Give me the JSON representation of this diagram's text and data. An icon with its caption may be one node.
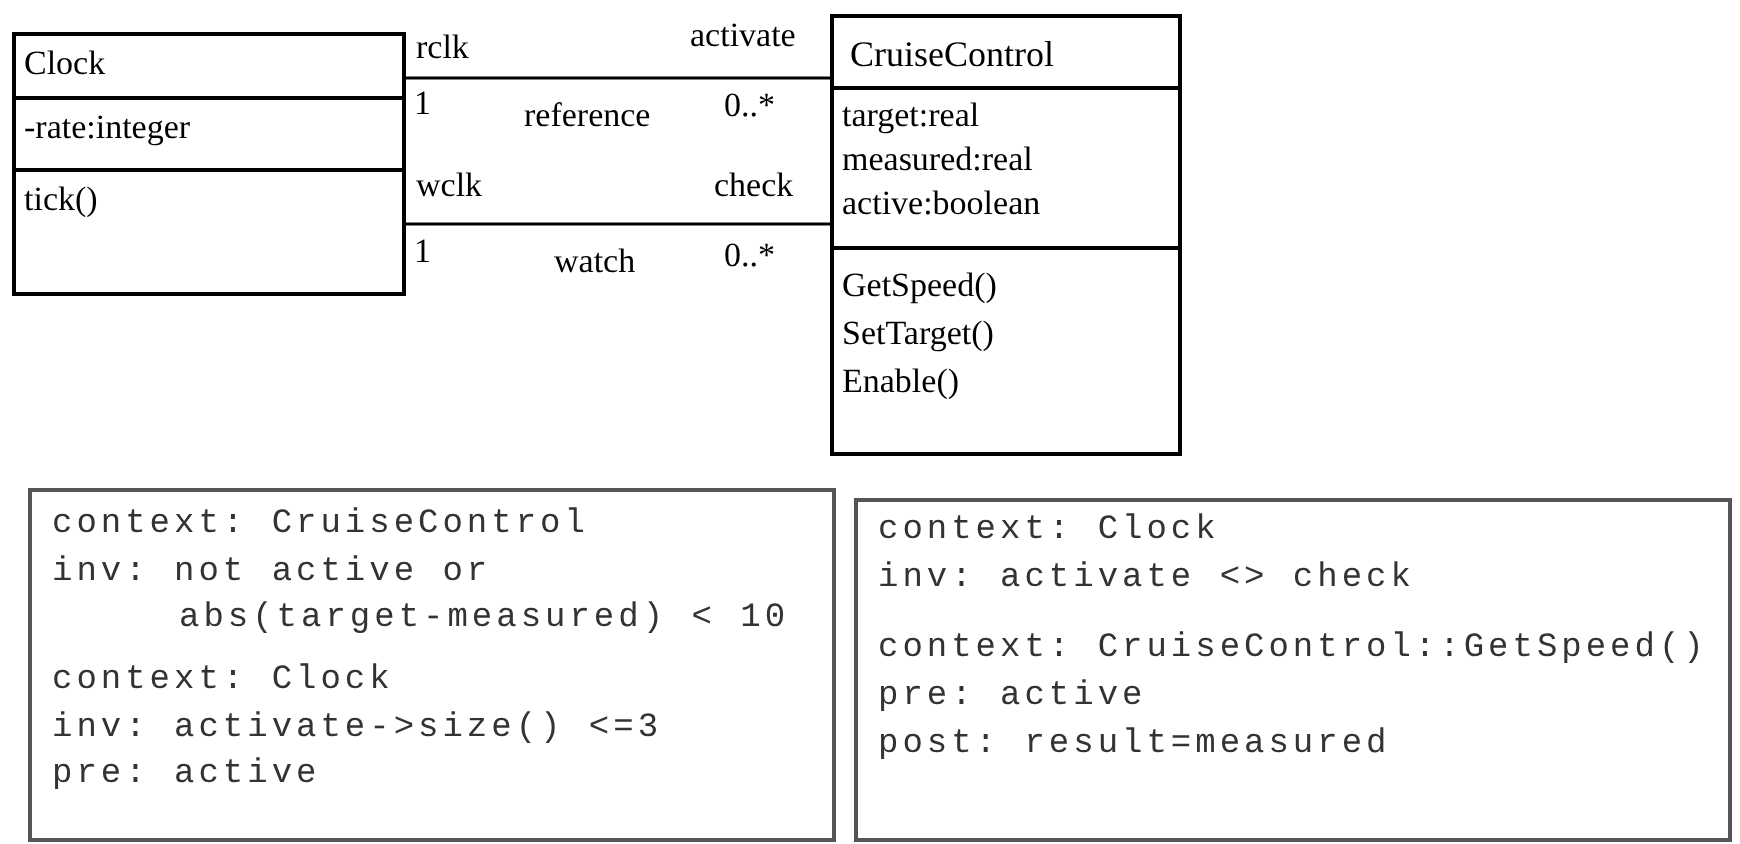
{
  "diagram": {
    "nodes": [
      {
        "text": [
          "Clock",
          "-rate:integer",
          "tick()"
        ]
      },
      {
        "text": [
          "CruiseControl",
          "target:real",
          "measured:real",
          "active:boolean",
          "GetSpeed()",
          "SetTarget()",
          "Enable()"
        ]
      },
      {
        "text": [
          "context: CruiseControl",
          "inv: not active or",
          "abs(target-measured) < 10",
          "context: Clock",
          "inv: activate->size() <=3",
          "pre: active"
        ]
      },
      {
        "text": [
          "context: Clock",
          "inv: activate <> check",
          "context: CruiseControl::GetSpeed()",
          "pre: active",
          "post: result=measured"
        ]
      }
    ],
    "edges": [
      {
        "from": 0,
        "to": 1,
        "arrow": "none",
        "label": "reference"
      },
      {
        "from": 0,
        "to": 1,
        "arrow": "none",
        "label": "watch"
      }
    ],
    "labels": [
      "rclk",
      "activate",
      "1",
      "0..*",
      "wclk",
      "check",
      "1",
      "0..*"
    ]
  }
}
